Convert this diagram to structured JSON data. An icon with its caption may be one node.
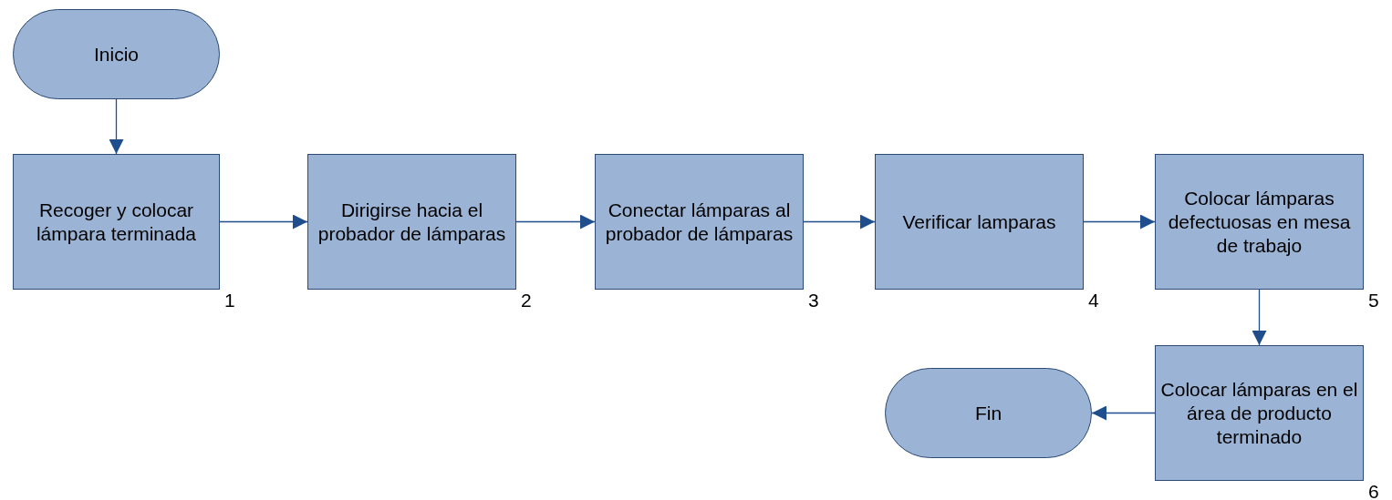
{
  "diagram": {
    "nodes": [
      {
        "text": [
          "Inicio"
        ]
      },
      {
        "text": [
          "Recoger y colocar lámpara terminada"
        ],
        "beside": [
          "1"
        ]
      },
      {
        "text": [
          "Dirigirse hacia el probador de lámparas"
        ],
        "beside": [
          "2"
        ]
      },
      {
        "text": [
          "Conectar lámparas al probador de lámparas"
        ],
        "beside": [
          "3"
        ]
      },
      {
        "text": [
          "Verificar lamparas"
        ],
        "beside": [
          "4"
        ]
      },
      {
        "text": [
          "Colocar lámparas defectuosas en mesa de trabajo"
        ],
        "beside": [
          "5"
        ]
      },
      {
        "text": [
          "Colocar lámparas en el área de producto terminado"
        ],
        "beside": [
          "6"
        ]
      },
      {
        "text": [
          "Fin"
        ]
      }
    ],
    "edges": [
      {
        "from": 0,
        "to": 1,
        "arrow": "to"
      },
      {
        "from": 1,
        "to": 2,
        "arrow": "to"
      },
      {
        "from": 2,
        "to": 3,
        "arrow": "to"
      },
      {
        "from": 3,
        "to": 4,
        "arrow": "to"
      },
      {
        "from": 4,
        "to": 5,
        "arrow": "to"
      },
      {
        "from": 5,
        "to": 6,
        "arrow": "to"
      },
      {
        "from": 6,
        "to": 7,
        "arrow": "to"
      }
    ]
  }
}
